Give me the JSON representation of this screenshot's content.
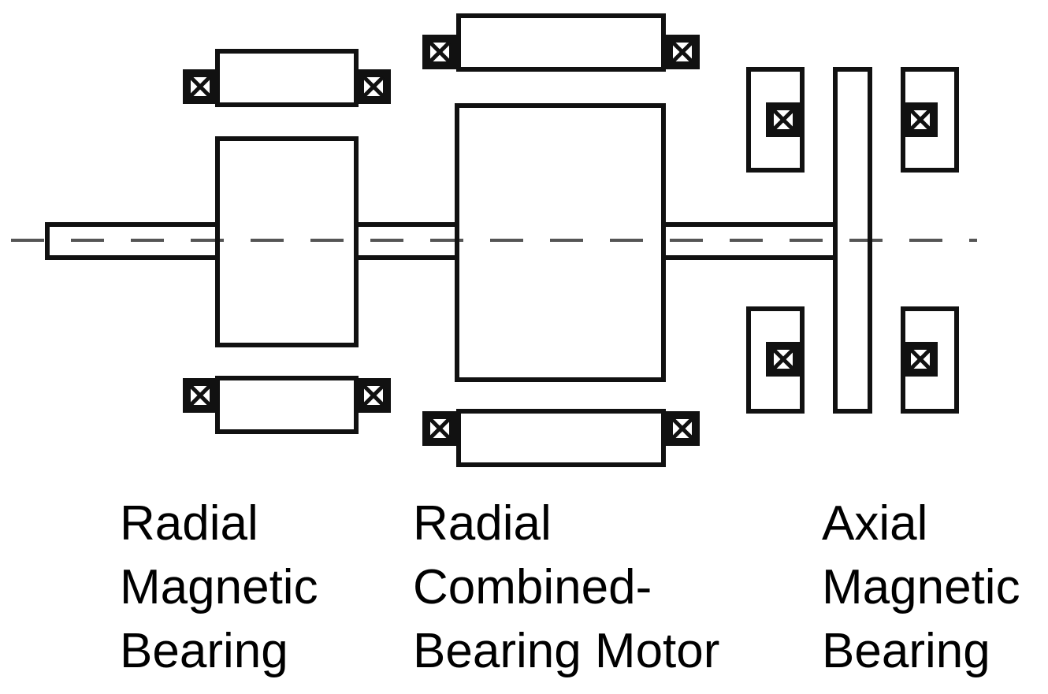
{
  "diagram": {
    "type": "magnetic-bearing-rotor-schematic",
    "colors": {
      "stroke": "#111111",
      "centerline": "#555555",
      "background": "#ffffff",
      "text": "#000000"
    },
    "components": [
      {
        "id": "radial-magnetic-bearing",
        "label_lines": [
          "Radial",
          "Magnetic",
          "Bearing"
        ]
      },
      {
        "id": "radial-combined-bearing-motor",
        "label_lines": [
          "Radial",
          "Combined-",
          "Bearing Motor"
        ]
      },
      {
        "id": "axial-magnetic-bearing",
        "label_lines": [
          "Axial",
          "Magnetic",
          "Bearing"
        ]
      }
    ]
  }
}
